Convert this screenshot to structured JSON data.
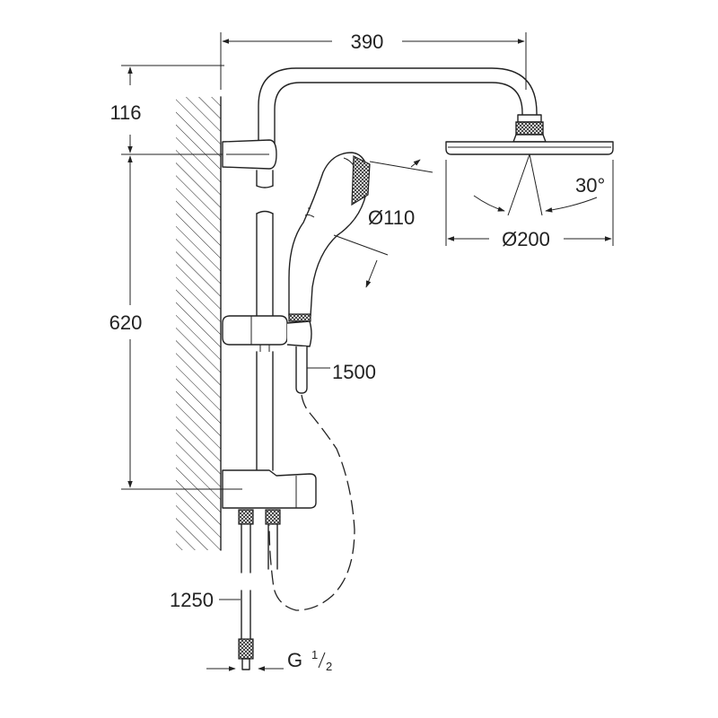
{
  "dimensions": {
    "width_390": "390",
    "height_116": "116",
    "height_620": "620",
    "handshower_diameter": "Ø110",
    "headshower_diameter": "Ø200",
    "spray_angle": "30°",
    "hose_1500": "1500",
    "hose_1250": "1250",
    "thread_letter": "G",
    "thread_numerator": "1",
    "thread_denominator": "2"
  },
  "colors": {
    "line": "#222222",
    "background": "#ffffff"
  }
}
